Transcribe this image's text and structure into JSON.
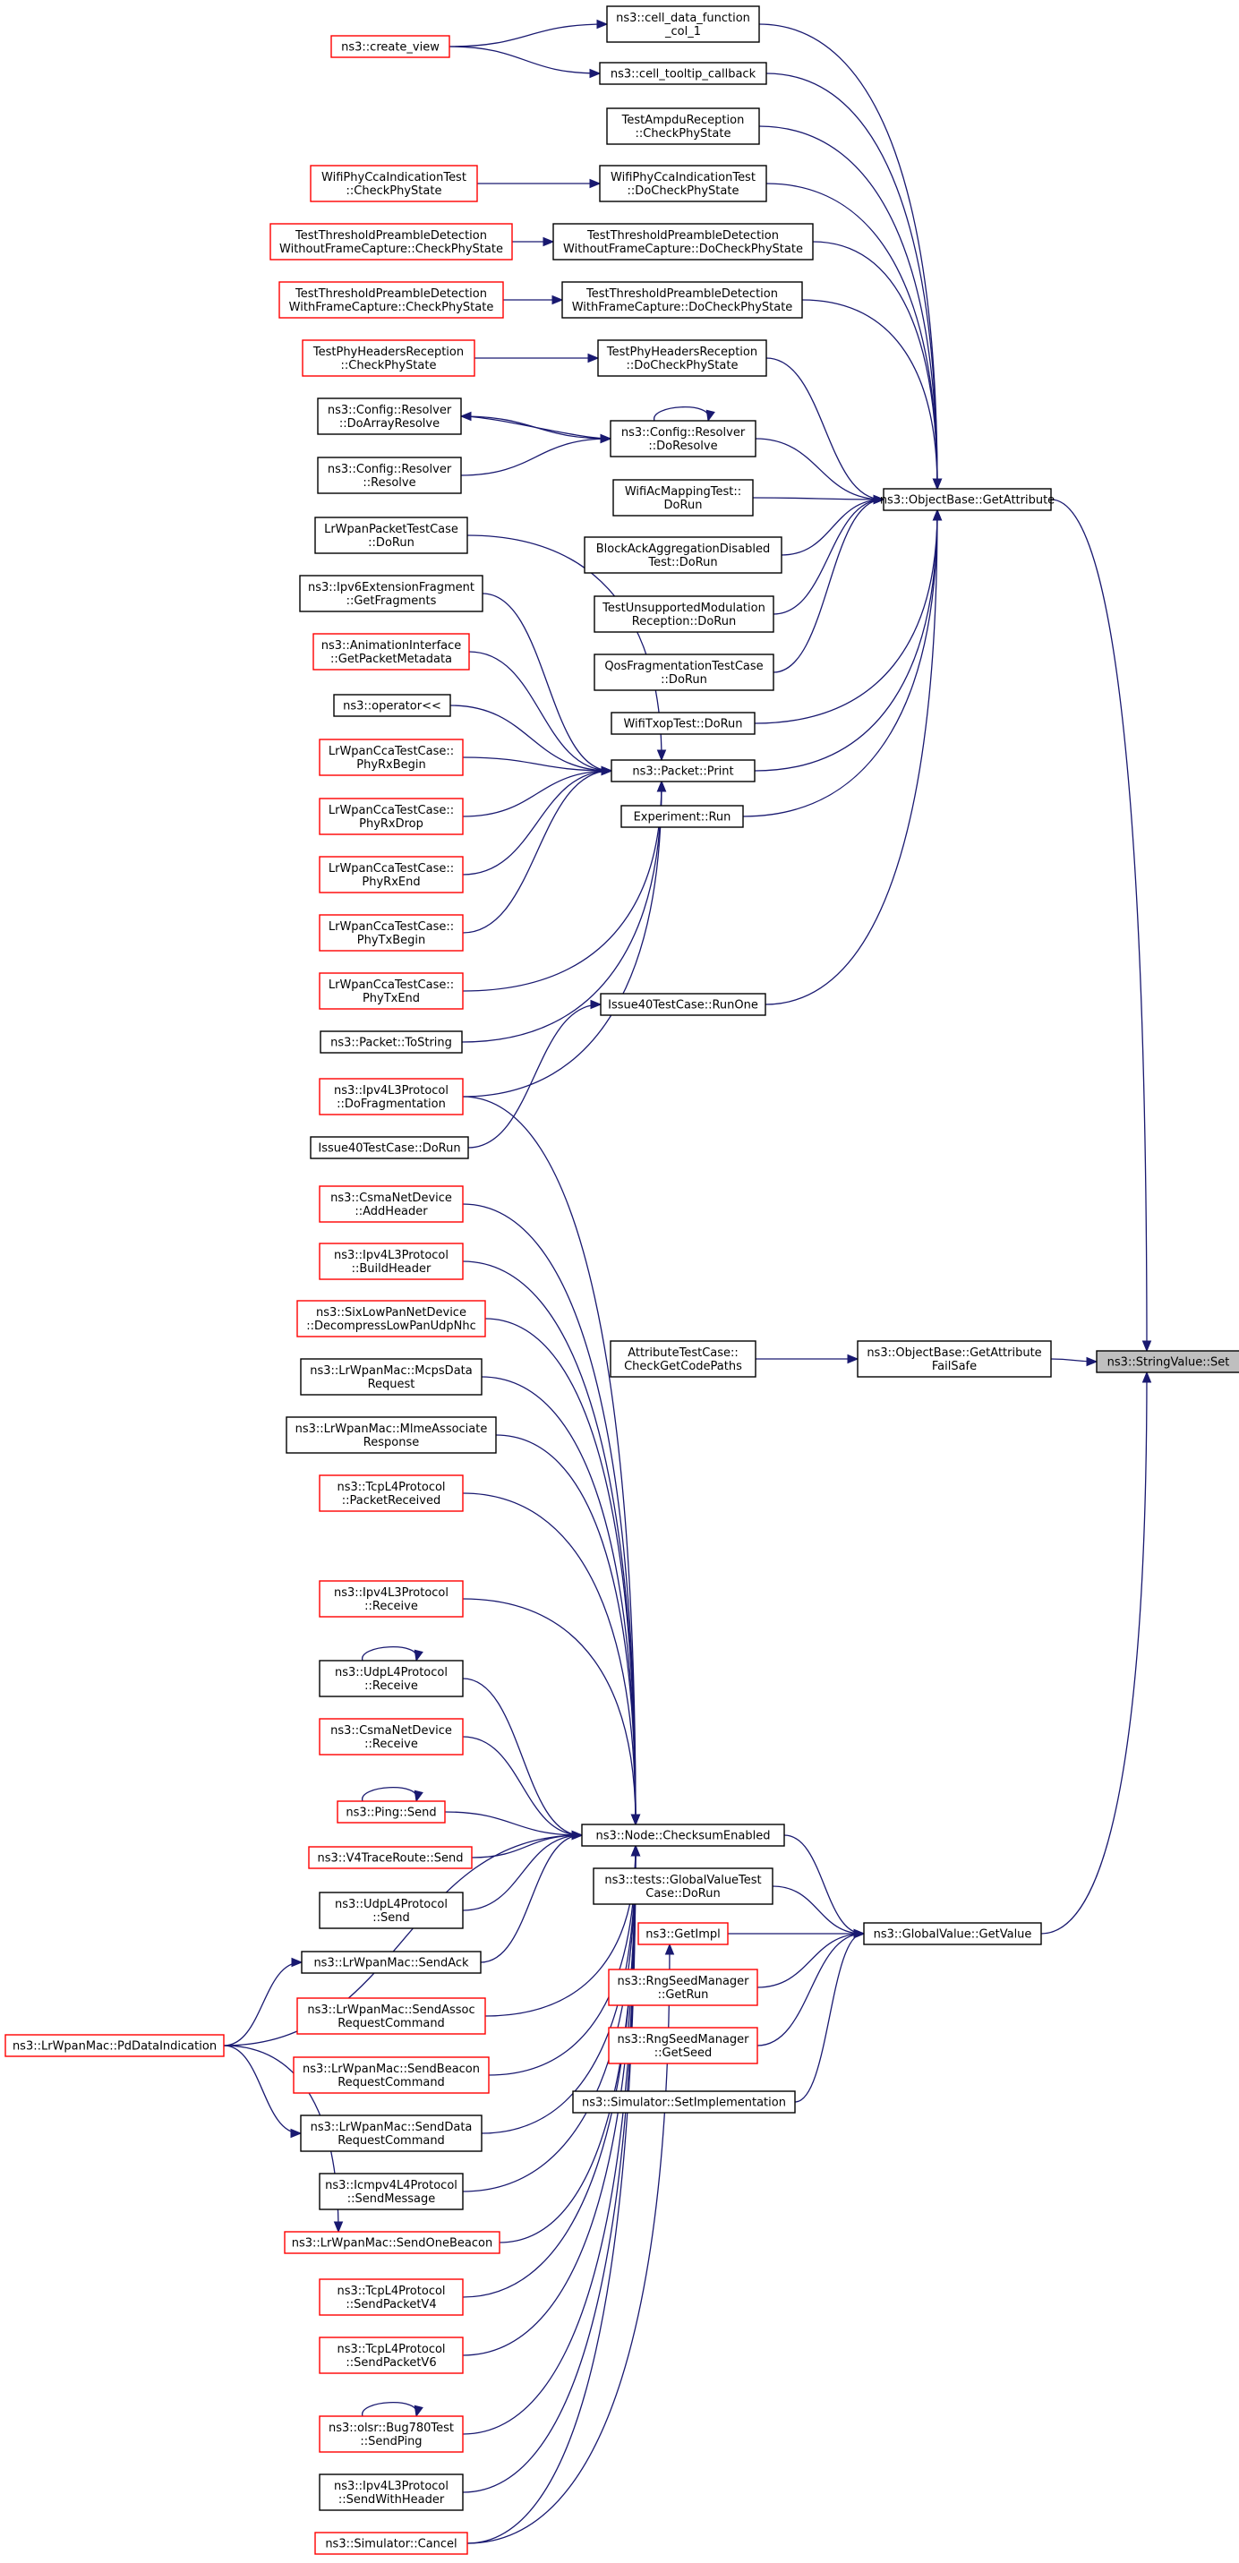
{
  "nodes": [
    {
      "id": "root",
      "lines": [
        "ns3::StringValue::Set"
      ],
      "color": "gray"
    },
    {
      "id": "getattr",
      "lines": [
        "ns3::ObjectBase::GetAttribute"
      ],
      "color": "black"
    },
    {
      "id": "getattrfs",
      "lines": [
        "ns3::ObjectBase::GetAttribute",
        "FailSafe"
      ],
      "color": "black"
    },
    {
      "id": "gvget",
      "lines": [
        "ns3::GlobalValue::GetValue"
      ],
      "color": "black"
    },
    {
      "id": "cellfn",
      "lines": [
        "ns3::cell_data_function",
        "_col_1"
      ],
      "color": "black"
    },
    {
      "id": "celltip",
      "lines": [
        "ns3::cell_tooltip_callback"
      ],
      "color": "black"
    },
    {
      "id": "createview",
      "lines": [
        "ns3::create_view"
      ],
      "color": "red"
    },
    {
      "id": "ampdu",
      "lines": [
        "TestAmpduReception",
        "::CheckPhyState"
      ],
      "color": "black"
    },
    {
      "id": "cca_do",
      "lines": [
        "WifiPhyCcaIndicationTest",
        "::DoCheckPhyState"
      ],
      "color": "black"
    },
    {
      "id": "cca_chk",
      "lines": [
        "WifiPhyCcaIndicationTest",
        "::CheckPhyState"
      ],
      "color": "red"
    },
    {
      "id": "thr_wo_do",
      "lines": [
        "TestThresholdPreambleDetection",
        "WithoutFrameCapture::DoCheckPhyState"
      ],
      "color": "black"
    },
    {
      "id": "thr_wo_chk",
      "lines": [
        "TestThresholdPreambleDetection",
        "WithoutFrameCapture::CheckPhyState"
      ],
      "color": "red"
    },
    {
      "id": "thr_w_do",
      "lines": [
        "TestThresholdPreambleDetection",
        "WithFrameCapture::DoCheckPhyState"
      ],
      "color": "black"
    },
    {
      "id": "thr_w_chk",
      "lines": [
        "TestThresholdPreambleDetection",
        "WithFrameCapture::CheckPhyState"
      ],
      "color": "red"
    },
    {
      "id": "phyhdr_do",
      "lines": [
        "TestPhyHeadersReception",
        "::DoCheckPhyState"
      ],
      "color": "black"
    },
    {
      "id": "phyhdr_chk",
      "lines": [
        "TestPhyHeadersReception",
        "::CheckPhyState"
      ],
      "color": "red"
    },
    {
      "id": "doresolve",
      "lines": [
        "ns3::Config::Resolver",
        "::DoResolve"
      ],
      "color": "black"
    },
    {
      "id": "doarray",
      "lines": [
        "ns3::Config::Resolver",
        "::DoArrayResolve"
      ],
      "color": "black"
    },
    {
      "id": "resolve",
      "lines": [
        "ns3::Config::Resolver",
        "::Resolve"
      ],
      "color": "black"
    },
    {
      "id": "acmap",
      "lines": [
        "WifiAcMappingTest::",
        "DoRun"
      ],
      "color": "black"
    },
    {
      "id": "blockack",
      "lines": [
        "BlockAckAggregationDisabled",
        "Test::DoRun"
      ],
      "color": "black"
    },
    {
      "id": "unsupmod",
      "lines": [
        "TestUnsupportedModulation",
        "Reception::DoRun"
      ],
      "color": "black"
    },
    {
      "id": "qosfrag",
      "lines": [
        "QosFragmentationTestCase",
        "::DoRun"
      ],
      "color": "black"
    },
    {
      "id": "txop",
      "lines": [
        "WifiTxopTest::DoRun"
      ],
      "color": "black"
    },
    {
      "id": "pktprint",
      "lines": [
        "ns3::Packet::Print"
      ],
      "color": "black"
    },
    {
      "id": "exprun",
      "lines": [
        "Experiment::Run"
      ],
      "color": "black"
    },
    {
      "id": "issue40one",
      "lines": [
        "Issue40TestCase::RunOne"
      ],
      "color": "black"
    },
    {
      "id": "issue40do",
      "lines": [
        "Issue40TestCase::DoRun"
      ],
      "color": "black"
    },
    {
      "id": "lrpkt",
      "lines": [
        "LrWpanPacketTestCase",
        "::DoRun"
      ],
      "color": "black"
    },
    {
      "id": "ipv6frag",
      "lines": [
        "ns3::Ipv6ExtensionFragment",
        "::GetFragments"
      ],
      "color": "black"
    },
    {
      "id": "animmeta",
      "lines": [
        "ns3::AnimationInterface",
        "::GetPacketMetadata"
      ],
      "color": "red"
    },
    {
      "id": "oplt",
      "lines": [
        "ns3::operator<<"
      ],
      "color": "black"
    },
    {
      "id": "rxbegin",
      "lines": [
        "LrWpanCcaTestCase::",
        "PhyRxBegin"
      ],
      "color": "red"
    },
    {
      "id": "rxdrop",
      "lines": [
        "LrWpanCcaTestCase::",
        "PhyRxDrop"
      ],
      "color": "red"
    },
    {
      "id": "rxend",
      "lines": [
        "LrWpanCcaTestCase::",
        "PhyRxEnd"
      ],
      "color": "red"
    },
    {
      "id": "txbegin",
      "lines": [
        "LrWpanCcaTestCase::",
        "PhyTxBegin"
      ],
      "color": "red"
    },
    {
      "id": "txend",
      "lines": [
        "LrWpanCcaTestCase::",
        "PhyTxEnd"
      ],
      "color": "red"
    },
    {
      "id": "tostring",
      "lines": [
        "ns3::Packet::ToString"
      ],
      "color": "black"
    },
    {
      "id": "dofrag",
      "lines": [
        "ns3::Ipv4L3Protocol",
        "::DoFragmentation"
      ],
      "color": "red"
    },
    {
      "id": "attrtest",
      "lines": [
        "AttributeTestCase::",
        "CheckGetCodePaths"
      ],
      "color": "black"
    },
    {
      "id": "csmaadd",
      "lines": [
        "ns3::CsmaNetDevice",
        "::AddHeader"
      ],
      "color": "red"
    },
    {
      "id": "buildhdr",
      "lines": [
        "ns3::Ipv4L3Protocol",
        "::BuildHeader"
      ],
      "color": "red"
    },
    {
      "id": "sixlow",
      "lines": [
        "ns3::SixLowPanNetDevice",
        "::DecompressLowPanUdpNhc"
      ],
      "color": "red"
    },
    {
      "id": "mcps",
      "lines": [
        "ns3::LrWpanMac::McpsData",
        "Request"
      ],
      "color": "black"
    },
    {
      "id": "mlme",
      "lines": [
        "ns3::LrWpanMac::MlmeAssociate",
        "Response"
      ],
      "color": "black"
    },
    {
      "id": "tcprecv",
      "lines": [
        "ns3::TcpL4Protocol",
        "::PacketReceived"
      ],
      "color": "red"
    },
    {
      "id": "ipv4recv",
      "lines": [
        "ns3::Ipv4L3Protocol",
        "::Receive"
      ],
      "color": "red"
    },
    {
      "id": "udprecv",
      "lines": [
        "ns3::UdpL4Protocol",
        "::Receive"
      ],
      "color": "black"
    },
    {
      "id": "csmarecv",
      "lines": [
        "ns3::CsmaNetDevice",
        "::Receive"
      ],
      "color": "red"
    },
    {
      "id": "pingsend",
      "lines": [
        "ns3::Ping::Send"
      ],
      "color": "red"
    },
    {
      "id": "v4trace",
      "lines": [
        "ns3::V4TraceRoute::Send"
      ],
      "color": "red"
    },
    {
      "id": "udpsend",
      "lines": [
        "ns3::UdpL4Protocol",
        "::Send"
      ],
      "color": "black"
    },
    {
      "id": "checksum",
      "lines": [
        "ns3::Node::ChecksumEnabled"
      ],
      "color": "black"
    },
    {
      "id": "gvtest",
      "lines": [
        "ns3::tests::GlobalValueTest",
        "Case::DoRun"
      ],
      "color": "black"
    },
    {
      "id": "sendack",
      "lines": [
        "ns3::LrWpanMac::SendAck"
      ],
      "color": "black"
    },
    {
      "id": "getimpl",
      "lines": [
        "ns3::GetImpl"
      ],
      "color": "red"
    },
    {
      "id": "sendassoc",
      "lines": [
        "ns3::LrWpanMac::SendAssoc",
        "RequestCommand"
      ],
      "color": "red"
    },
    {
      "id": "rngrun",
      "lines": [
        "ns3::RngSeedManager",
        "::GetRun"
      ],
      "color": "red"
    },
    {
      "id": "pdind",
      "lines": [
        "ns3::LrWpanMac::PdDataIndication"
      ],
      "color": "red"
    },
    {
      "id": "sendbeacon",
      "lines": [
        "ns3::LrWpanMac::SendBeacon",
        "RequestCommand"
      ],
      "color": "red"
    },
    {
      "id": "rngseed",
      "lines": [
        "ns3::RngSeedManager",
        "::GetSeed"
      ],
      "color": "red"
    },
    {
      "id": "senddata",
      "lines": [
        "ns3::LrWpanMac::SendData",
        "RequestCommand"
      ],
      "color": "black"
    },
    {
      "id": "simimpl",
      "lines": [
        "ns3::Simulator::SetImplementation"
      ],
      "color": "black"
    },
    {
      "id": "icmpsend",
      "lines": [
        "ns3::Icmpv4L4Protocol",
        "::SendMessage"
      ],
      "color": "black"
    },
    {
      "id": "sendonebeacon",
      "lines": [
        "ns3::LrWpanMac::SendOneBeacon"
      ],
      "color": "red"
    },
    {
      "id": "tcpv4",
      "lines": [
        "ns3::TcpL4Protocol",
        "::SendPacketV4"
      ],
      "color": "red"
    },
    {
      "id": "tcpv6",
      "lines": [
        "ns3::TcpL4Protocol",
        "::SendPacketV6"
      ],
      "color": "red"
    },
    {
      "id": "olsr",
      "lines": [
        "ns3::olsr::Bug780Test",
        "::SendPing"
      ],
      "color": "red"
    },
    {
      "id": "sendwithhdr",
      "lines": [
        "ns3::Ipv4L3Protocol",
        "::SendWithHeader"
      ],
      "color": "black"
    },
    {
      "id": "simcancel",
      "lines": [
        "ns3::Simulator::Cancel"
      ],
      "color": "red"
    }
  ],
  "edges": [
    [
      "getattr",
      "root"
    ],
    [
      "getattrfs",
      "root"
    ],
    [
      "gvget",
      "root"
    ],
    [
      "cellfn",
      "getattr"
    ],
    [
      "celltip",
      "getattr"
    ],
    [
      "createview",
      "cellfn"
    ],
    [
      "createview",
      "celltip"
    ],
    [
      "ampdu",
      "getattr"
    ],
    [
      "cca_do",
      "getattr"
    ],
    [
      "cca_chk",
      "cca_do"
    ],
    [
      "thr_wo_do",
      "getattr"
    ],
    [
      "thr_wo_chk",
      "thr_wo_do"
    ],
    [
      "thr_w_do",
      "getattr"
    ],
    [
      "thr_w_chk",
      "thr_w_do"
    ],
    [
      "phyhdr_do",
      "getattr"
    ],
    [
      "phyhdr_chk",
      "phyhdr_do"
    ],
    [
      "doresolve",
      "getattr"
    ],
    [
      "doresolve",
      "doresolve"
    ],
    [
      "doresolve",
      "doarray"
    ],
    [
      "doarray",
      "doresolve"
    ],
    [
      "resolve",
      "doresolve"
    ],
    [
      "acmap",
      "getattr"
    ],
    [
      "blockack",
      "getattr"
    ],
    [
      "unsupmod",
      "getattr"
    ],
    [
      "qosfrag",
      "getattr"
    ],
    [
      "txop",
      "getattr"
    ],
    [
      "pktprint",
      "getattr"
    ],
    [
      "exprun",
      "getattr"
    ],
    [
      "issue40one",
      "getattr"
    ],
    [
      "issue40do",
      "issue40one"
    ],
    [
      "lrpkt",
      "pktprint"
    ],
    [
      "ipv6frag",
      "pktprint"
    ],
    [
      "animmeta",
      "pktprint"
    ],
    [
      "oplt",
      "pktprint"
    ],
    [
      "rxbegin",
      "pktprint"
    ],
    [
      "rxdrop",
      "pktprint"
    ],
    [
      "rxend",
      "pktprint"
    ],
    [
      "txbegin",
      "pktprint"
    ],
    [
      "txend",
      "pktprint"
    ],
    [
      "tostring",
      "pktprint"
    ],
    [
      "dofrag",
      "pktprint"
    ],
    [
      "attrtest",
      "getattrfs"
    ],
    [
      "checksum",
      "gvget"
    ],
    [
      "gvtest",
      "gvget"
    ],
    [
      "getimpl",
      "gvget"
    ],
    [
      "rngrun",
      "gvget"
    ],
    [
      "rngseed",
      "gvget"
    ],
    [
      "simimpl",
      "gvget"
    ],
    [
      "dofrag",
      "checksum"
    ],
    [
      "csmaadd",
      "checksum"
    ],
    [
      "buildhdr",
      "checksum"
    ],
    [
      "sixlow",
      "checksum"
    ],
    [
      "mcps",
      "checksum"
    ],
    [
      "mlme",
      "checksum"
    ],
    [
      "tcprecv",
      "checksum"
    ],
    [
      "ipv4recv",
      "checksum"
    ],
    [
      "udprecv",
      "checksum"
    ],
    [
      "udprecv",
      "udprecv"
    ],
    [
      "csmarecv",
      "checksum"
    ],
    [
      "pingsend",
      "checksum"
    ],
    [
      "pingsend",
      "pingsend"
    ],
    [
      "v4trace",
      "checksum"
    ],
    [
      "udpsend",
      "checksum"
    ],
    [
      "sendack",
      "checksum"
    ],
    [
      "sendassoc",
      "checksum"
    ],
    [
      "pdind",
      "checksum"
    ],
    [
      "sendbeacon",
      "checksum"
    ],
    [
      "senddata",
      "checksum"
    ],
    [
      "icmpsend",
      "checksum"
    ],
    [
      "sendonebeacon",
      "checksum"
    ],
    [
      "tcpv4",
      "checksum"
    ],
    [
      "tcpv6",
      "checksum"
    ],
    [
      "olsr",
      "checksum"
    ],
    [
      "olsr",
      "olsr"
    ],
    [
      "sendwithhdr",
      "checksum"
    ],
    [
      "simcancel",
      "checksum"
    ],
    [
      "simcancel",
      "getimpl"
    ],
    [
      "pdind",
      "sendack"
    ],
    [
      "pdind",
      "senddata"
    ],
    [
      "pdind",
      "sendonebeacon"
    ]
  ]
}
